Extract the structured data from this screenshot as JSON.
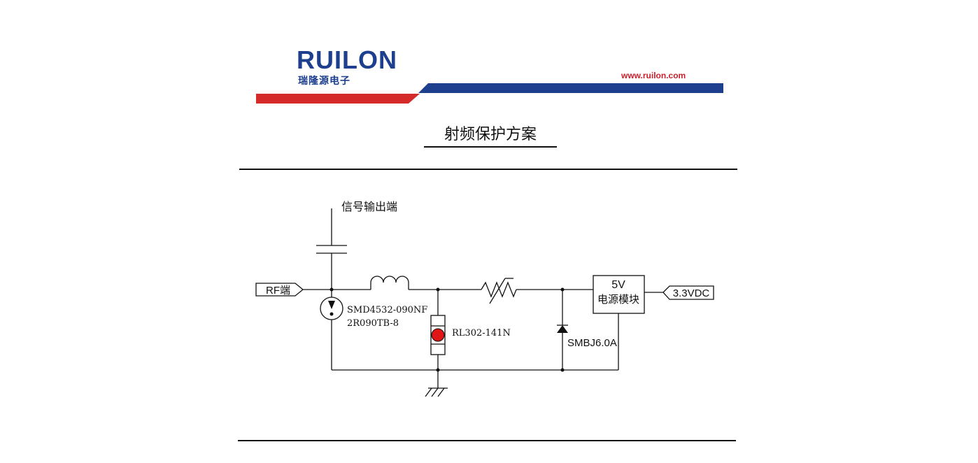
{
  "header": {
    "brand": "RUILON",
    "brand_cn": "瑞隆源电子",
    "website": "www.ruilon.com",
    "colors": {
      "blue": "#1d3f8e",
      "red": "#d42a2a"
    }
  },
  "title": "射频保护方案",
  "diagram": {
    "signal_output_label": "信号输出端",
    "rf_port_label": "RF端",
    "vdc_label": "3.3VDC",
    "module_voltage": "5V",
    "module_name": "电源模块",
    "gdt_part": "SMD4532-090NF",
    "gdt_part2": "2R090TB-8",
    "pptc_part": "RL302-141N",
    "tvs_part": "SMBJ6.0A"
  }
}
